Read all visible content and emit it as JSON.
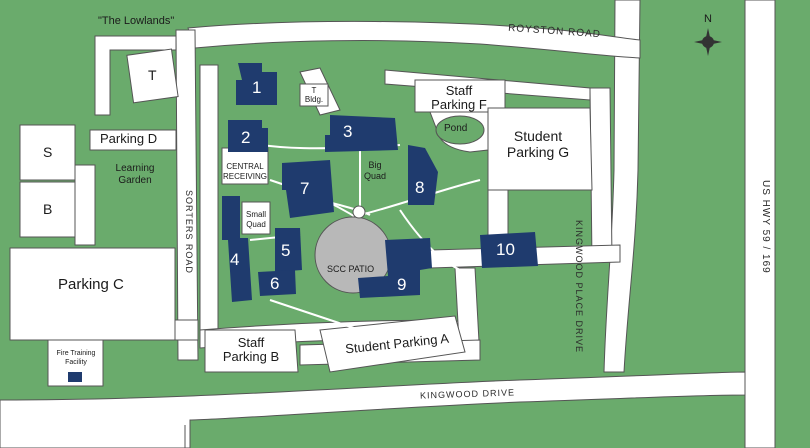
{
  "colors": {
    "grass": "#6aab6c",
    "road": "#ffffff",
    "outline": "#4a4a4a",
    "building": "#1f3b6e",
    "lot": "#ffffff",
    "bg_right": "#6aab6c"
  },
  "compass": {
    "north": "N"
  },
  "roads": {
    "royston": "ROYSTON ROAD",
    "kingwood_place": "KINGWOOD PLACE DRIVE",
    "us_hwy": "US HWY 59 / 169",
    "sorters": "SORTERS ROAD",
    "kingwood_drive": "KINGWOOD DRIVE"
  },
  "areas": {
    "lowlands": "\"The Lowlands\"",
    "t_bldg_line1": "T",
    "t_bldg_line2": "Bldg.",
    "pond": "Pond",
    "central_receiving_1": "CENTRAL",
    "central_receiving_2": "RECEIVING",
    "small_quad_1": "Small",
    "small_quad_2": "Quad",
    "big_quad_1": "Big",
    "big_quad_2": "Quad",
    "scc_patio": "SCC PATIO",
    "learning_garden_1": "Learning",
    "learning_garden_2": "Garden",
    "fire_training_1": "Fire Training",
    "fire_training_2": "Facility"
  },
  "lots": {
    "t": "T",
    "s": "S",
    "b": "B",
    "parking_d": "Parking D",
    "parking_c": "Parking C",
    "staff_f_1": "Staff",
    "staff_f_2": "Parking F",
    "student_g_1": "Student",
    "student_g_2": "Parking G",
    "staff_b_1": "Staff",
    "staff_b_2": "Parking B",
    "student_a": "Student Parking A"
  },
  "buildings": [
    "1",
    "2",
    "3",
    "4",
    "5",
    "6",
    "7",
    "8",
    "9",
    "10"
  ]
}
